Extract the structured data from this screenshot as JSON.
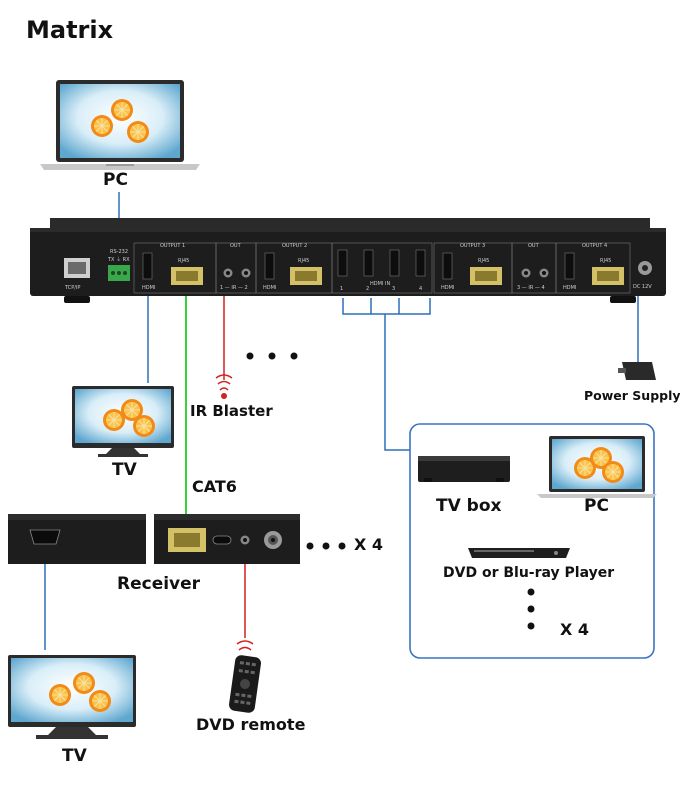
{
  "title": "Matrix",
  "labels": {
    "pc_top": "PC",
    "tv_top": "TV",
    "ir_blaster": "IR Blaster",
    "power_supply": "Power Supply",
    "cat6": "CAT6",
    "x4_receiver": "X 4",
    "receiver": "Receiver",
    "dvd_remote": "DVD remote",
    "tv_bottom": "TV",
    "tv_box": "TV box",
    "pc_box": "PC",
    "dvd_player": "DVD or Blu-ray Player",
    "x4_sources": "X 4"
  },
  "panel": {
    "tcpip": "TCP/IP",
    "rs232": "RS-232",
    "txrx": "TX ⏚ RX",
    "output1": "OUTPUT 1",
    "output2": "OUTPUT 2",
    "output3": "OUTPUT 3",
    "output4": "OUTPUT 4",
    "out": "OUT",
    "hdmi": "HDMI",
    "rj45": "RJ45",
    "ir12": "1 — IR — 2",
    "ir34": "3 — IR — 4",
    "hdmi_in": "HDMI IN",
    "in1": "1",
    "in2": "2",
    "in3": "3",
    "in4": "4",
    "dc12v": "DC 12V"
  },
  "colors": {
    "hdmi_line": "#2f6fb8",
    "cat6_line": "#3bd13b",
    "ir_line": "#d42020",
    "device_body": "#1d1d1d",
    "group_border": "#3b73c4"
  },
  "icons": [
    "laptop-icon",
    "tv-icon",
    "ir-blaster-icon",
    "power-adapter-icon",
    "tv-box-icon",
    "dvd-player-icon",
    "remote-icon",
    "receiver-icon",
    "matrix-switch-icon"
  ]
}
